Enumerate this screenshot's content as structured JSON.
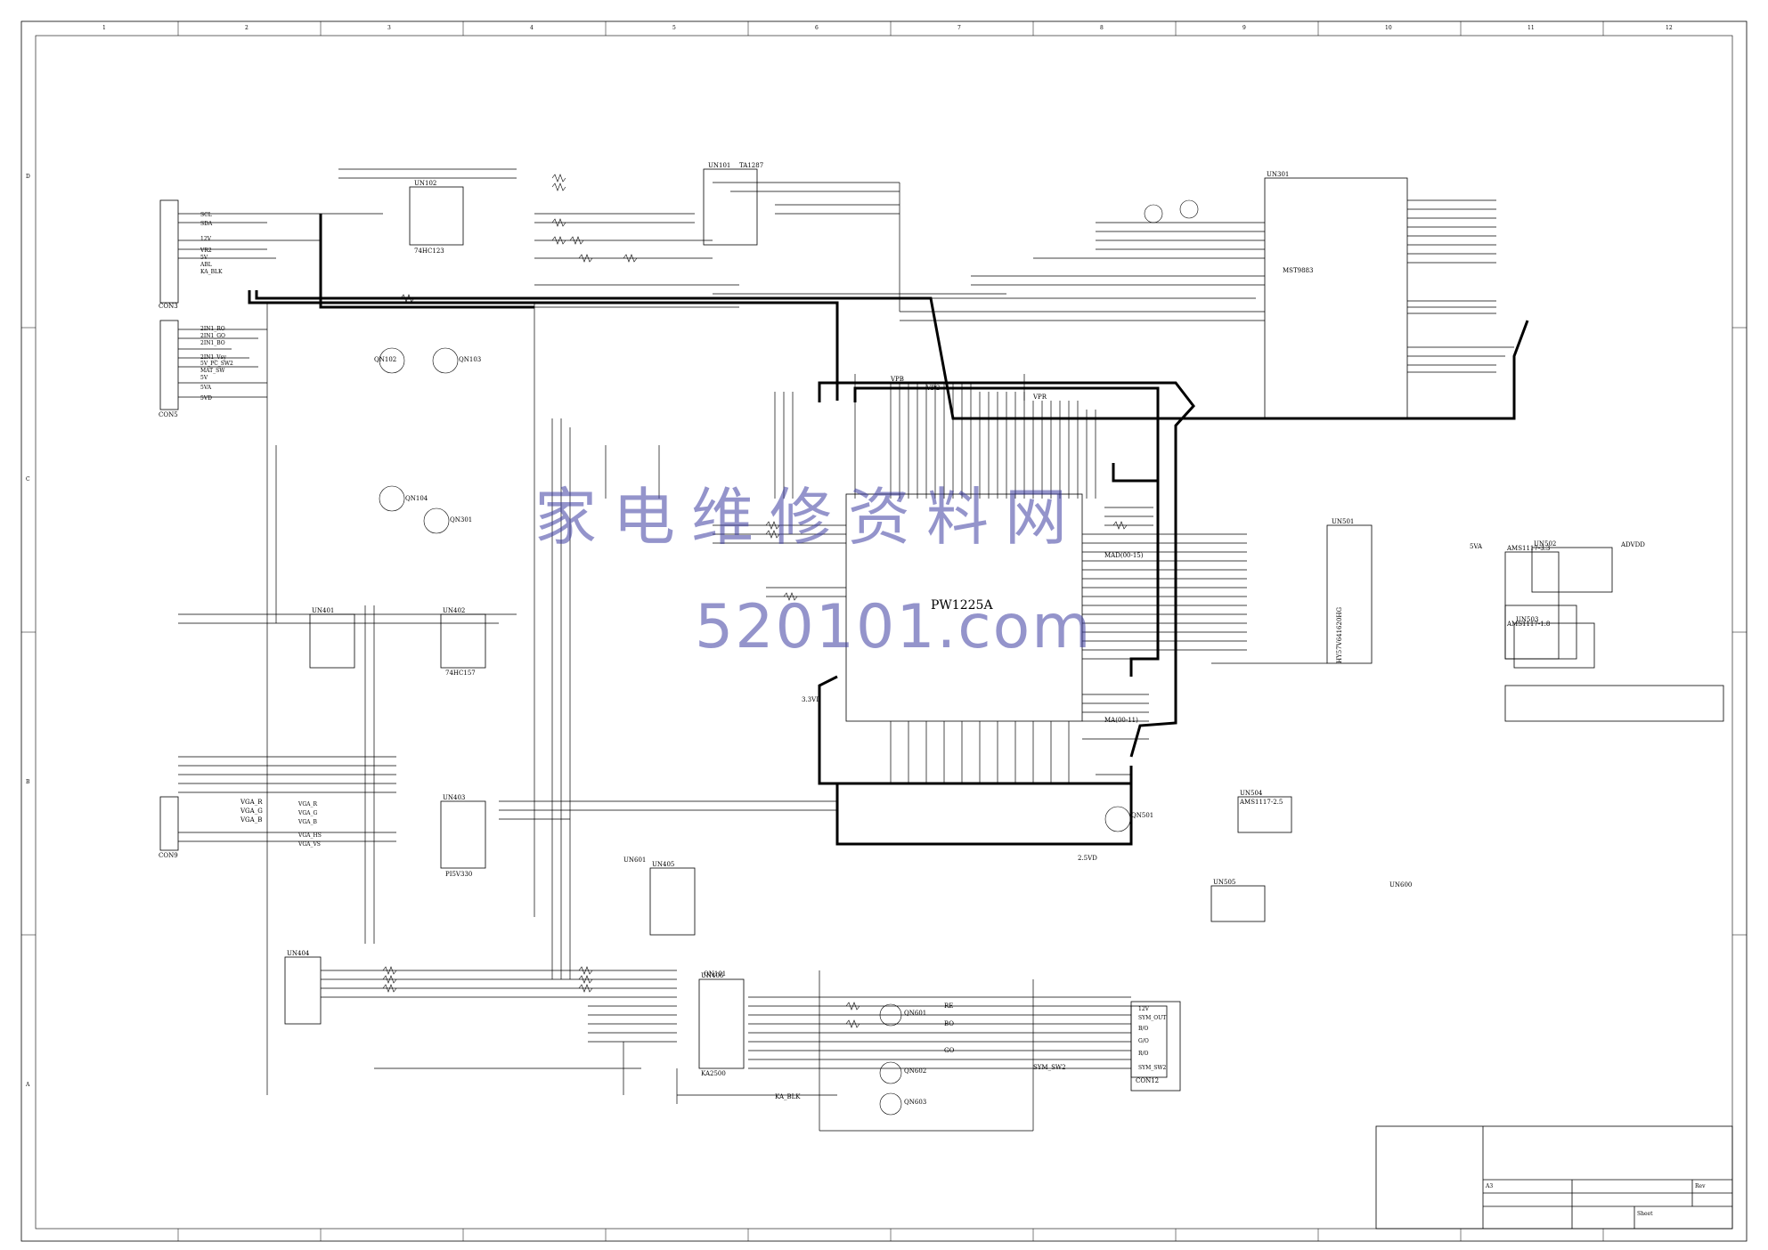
{
  "watermark": {
    "chinese": "家电维修资料网",
    "url": "520101.com"
  },
  "main_ic": {
    "part": "PW1225A",
    "sdram": "HY57V641620HG",
    "adc": "MST9883"
  },
  "connectors": [
    {
      "ref": "CON3",
      "pins": [
        "SCL",
        "SDA",
        "12V",
        "VR2",
        "5V",
        "ABL",
        "KA_BLK"
      ]
    },
    {
      "ref": "CON5",
      "pins": [
        "2IN1_RO",
        "2IN1_GO",
        "2IN1_BO",
        "2IN1_Vsy",
        "5V_PC_SW2",
        "MAT_SW",
        "5V",
        "5VA",
        "5VD"
      ]
    },
    {
      "ref": "CON9",
      "pins": [
        "VGA_R",
        "VGA_G",
        "VGA_B",
        "VGA_HS",
        "VGA_VS"
      ]
    },
    {
      "ref": "CON12",
      "pins": [
        "SYM_OUT",
        "B/O",
        "G/O",
        "R/O",
        "12V",
        "SYM_SW2"
      ]
    }
  ],
  "parts": [
    "UN101",
    "UN102",
    "UN301",
    "UN401",
    "UN402",
    "UN403",
    "UN404",
    "UN405",
    "UN406",
    "UN501",
    "UN502",
    "UN503",
    "UN504",
    "UN505",
    "UN600",
    "UN601",
    "QN101",
    "QN102",
    "QN103",
    "QN104",
    "QN301",
    "QN501",
    "QN601",
    "QN602",
    "QN603",
    "TA1287",
    "74HC123",
    "74HC157",
    "PI5V330",
    "KA2500",
    "AMS1117-3.3",
    "AMS1117-2.5",
    "AMS1117-1.8"
  ],
  "nets": [
    "VPB",
    "VPG",
    "VPR",
    "MAD(00-15)",
    "MA(00-11)",
    "3.3VD",
    "ADVDD",
    "2.5VD",
    "5VA",
    "VGA_R",
    "VGA_G",
    "VGA_B",
    "KA_BLK",
    "SYM_SW2",
    "RE",
    "GO",
    "BO"
  ],
  "title_block": {
    "size": "A3",
    "sheet": "Sheet",
    "rev": "Rev"
  },
  "zones_h": [
    "1",
    "2",
    "3",
    "4",
    "5",
    "6",
    "7",
    "8",
    "9",
    "10",
    "11",
    "12"
  ],
  "zones_v": [
    "D",
    "C",
    "B",
    "A"
  ]
}
